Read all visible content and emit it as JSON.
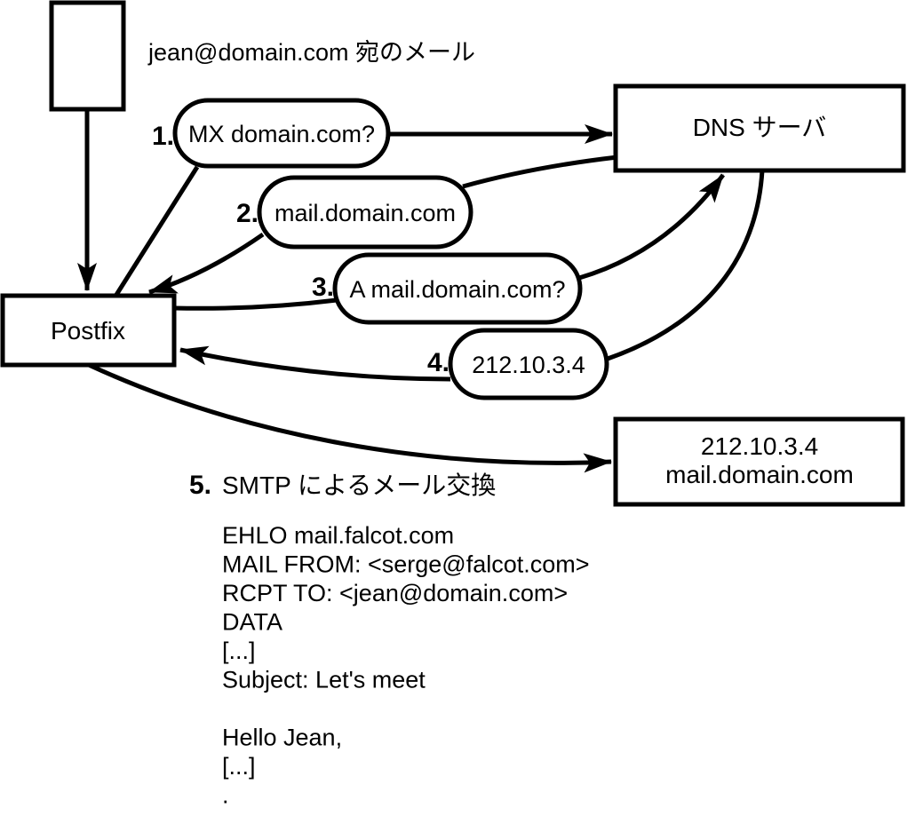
{
  "diagram": {
    "title": "jean@domain.com 宛のメール",
    "nodes": {
      "postfix": {
        "label": "Postfix"
      },
      "dns_server": {
        "label": "DNS サーバ"
      },
      "mail_server": {
        "line1": "212.10.3.4",
        "line2": "mail.domain.com"
      }
    },
    "steps": [
      {
        "num": "1.",
        "label": "MX domain.com?"
      },
      {
        "num": "2.",
        "label": "mail.domain.com"
      },
      {
        "num": "3.",
        "label": "A mail.domain.com?"
      },
      {
        "num": "4.",
        "label": "212.10.3.4"
      },
      {
        "num": "5.",
        "label": "SMTP によるメール交換"
      }
    ],
    "smtp_session": {
      "lines": [
        "EHLO mail.falcot.com",
        "MAIL FROM: <serge@falcot.com>",
        "RCPT TO: <jean@domain.com>",
        "DATA",
        "[...]",
        "Subject: Let's meet",
        "",
        "Hello Jean,",
        "[...]",
        "."
      ]
    },
    "colors": {
      "line": "#000000",
      "background": "#ffffff"
    }
  }
}
